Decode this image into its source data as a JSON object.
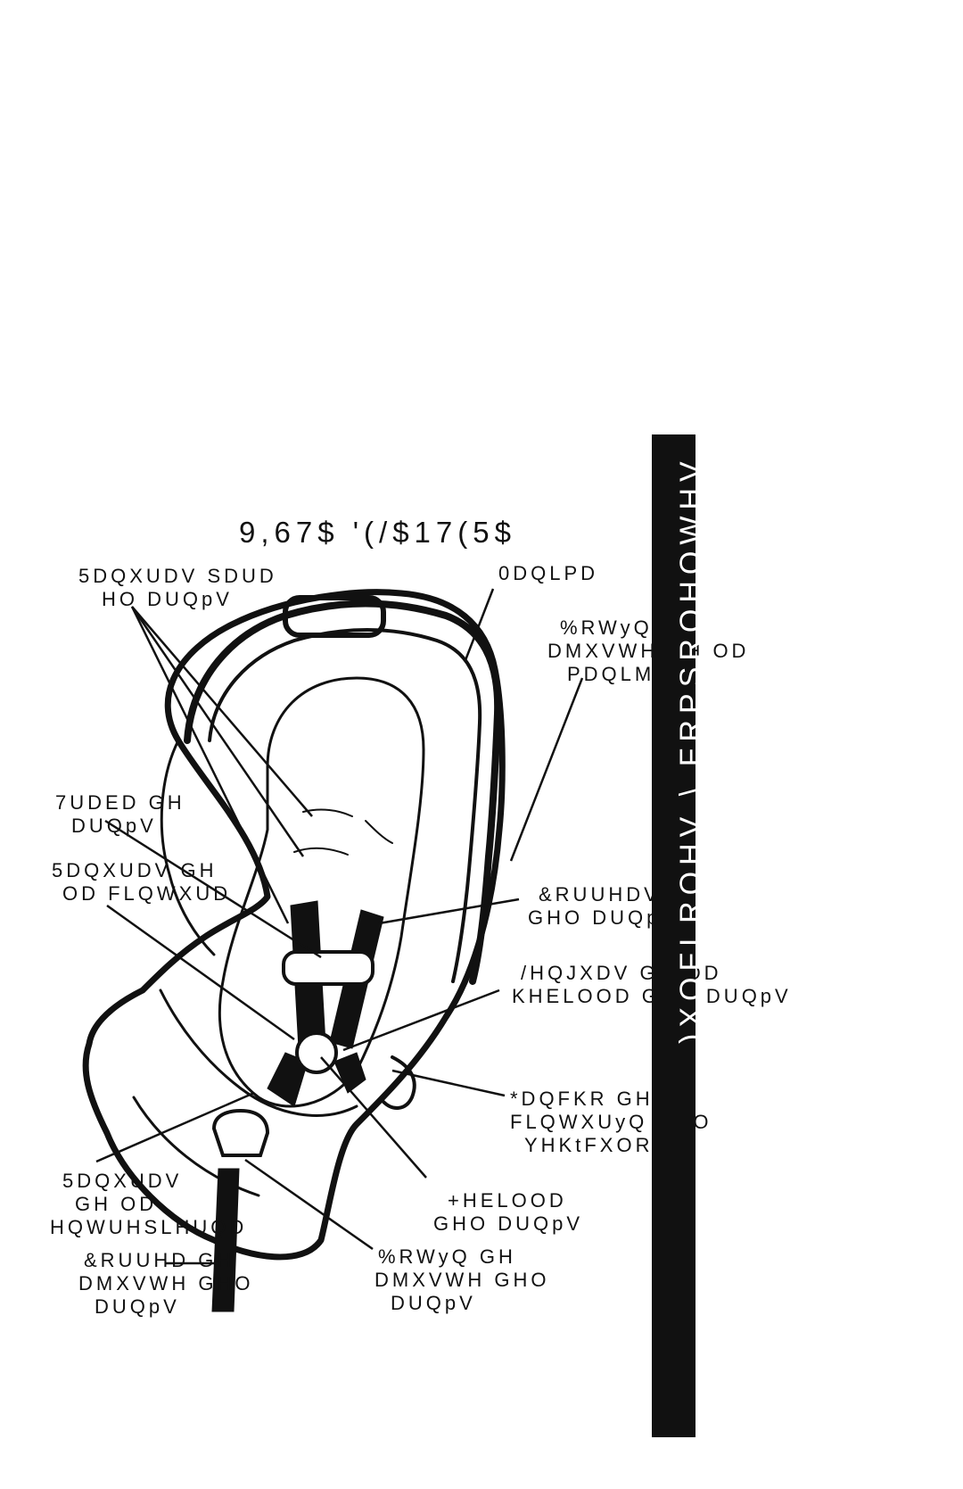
{
  "title": "9,67$ '(/$17(5$",
  "side_band": ")XQFLRQHV \\ FRPSRQHQWHV",
  "labels": {
    "harness_slots_1": "5DQXUDV SDUD",
    "harness_slots_2": "HO DUQpV",
    "handle": "0DQLPD",
    "handle_button_1": "%RWyQ GH",
    "handle_button_2": "DMXVWH GH OD",
    "handle_button_3": "PDQLMD",
    "harness_clip_1": "7UDED GH",
    "harness_clip_2": "DUQpV",
    "belt_slots_1": "5DQXUDV GH",
    "belt_slots_2": "OD FLQWXUD",
    "harness_strap_1": "&RUUHDV",
    "harness_strap_2": "GHO DUQpV",
    "buckle_tongue_1": "/HQJXDV GH OD",
    "buckle_tongue_2": "KHELOOD GHO DUQpV",
    "belt_hook_1": "*DQFKR GH OD",
    "belt_hook_2": "FLQWXUyQ GHO",
    "belt_hook_3": "YHKtFXOR",
    "crotch_slot_1": "5DQXUDV",
    "crotch_slot_2": "GH OD",
    "crotch_slot_3": "HQWUHSLHUQD",
    "buckle_1": "+HELOOD",
    "buckle_2": "GHO DUQpV",
    "adjust_strap_1": "&RUUHD GH",
    "adjust_strap_2": "DMXVWH GHO",
    "adjust_strap_3": "DUQpV",
    "adjust_button_1": "%RWyQ GH",
    "adjust_button_2": "DMXVWH GHO",
    "adjust_button_3": "DUQpV"
  }
}
